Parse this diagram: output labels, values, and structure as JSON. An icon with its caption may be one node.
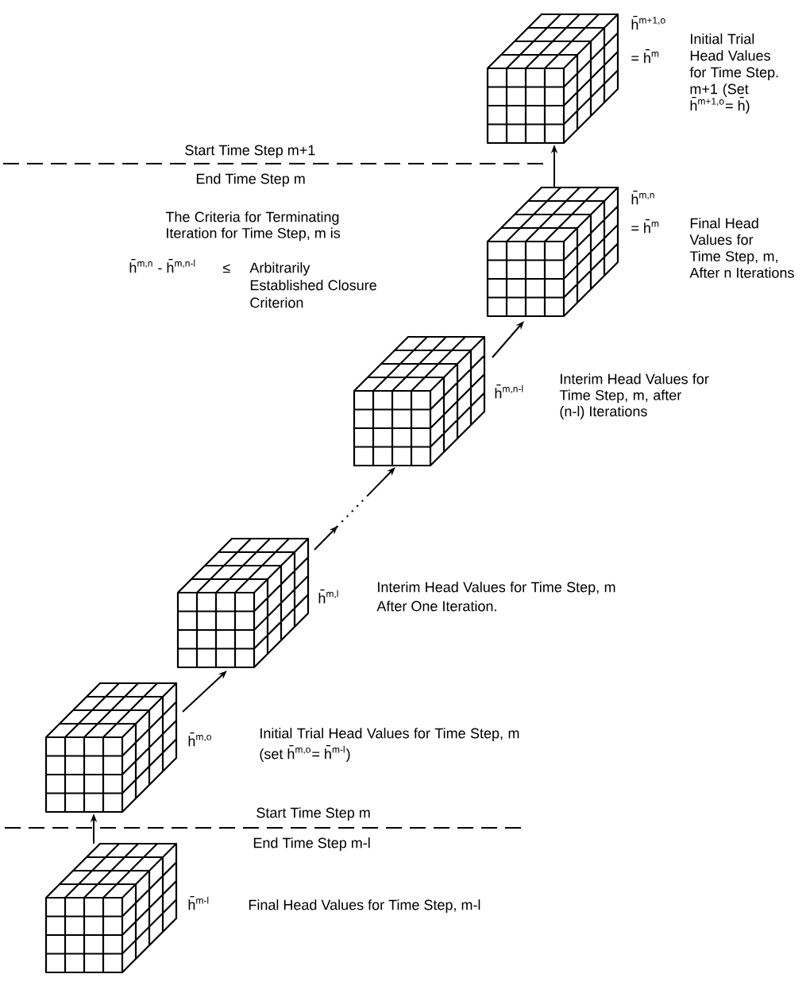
{
  "diagram": {
    "nodes": [
      {
        "text": [],
        "shape": "cube",
        "beside": [
          "h̄$^{m+1,o}$",
          "= h̄$^{m}$",
          "Initial Trial Head Values for Time Step. m+1 (Set h̄$^{m+1,o}$= h̄)"
        ]
      },
      {
        "text": [],
        "shape": "cube",
        "beside": [
          "h̄$^{m,n}$",
          "= h̄$^{m}$",
          "Final Head Values for Time Step, m, After n Iterations"
        ]
      },
      {
        "text": [],
        "shape": "cube",
        "beside": [
          "h̄$^{m,n-l}$",
          "Interim Head Values for Time Step, m, after (n-l) Iterations"
        ]
      },
      {
        "text": [],
        "shape": "cube",
        "beside": [
          "h̄$^{m,l}$",
          "Interim Head Values for Time Step, m After One Iteration."
        ]
      },
      {
        "text": [],
        "shape": "cube",
        "beside": [
          "h̄$^{m,o}$",
          "Initial Trial Head Values for Time Step, m (set h̄$^{m,o}$= h̄$^{m-l}$)"
        ]
      },
      {
        "text": [],
        "shape": "cube",
        "beside": [
          "h̄$^{m-l}$",
          "Final Head Values for Time Step, m-l"
        ]
      }
    ],
    "edges": [
      {
        "from": 5,
        "to": 4,
        "arrow": "to"
      },
      {
        "from": 4,
        "to": 3,
        "arrow": "to"
      },
      {
        "from": 3,
        "to": 2,
        "arrow": "to",
        "style": "dashed"
      },
      {
        "from": 2,
        "to": 1,
        "arrow": "to"
      },
      {
        "from": 1,
        "to": 0,
        "arrow": "to"
      }
    ],
    "labels": [
      "Start Time Step m+1",
      "End Time Step m",
      "The Criteria for Terminating Iteration for Time Step, m is",
      "h̄$^{m,n}$ - h̄$^{m,n-l}$",
      "≤",
      "Arbitrarily Established Closure Criterion",
      "Start Time Step m",
      "End Time Step m-l"
    ]
  }
}
